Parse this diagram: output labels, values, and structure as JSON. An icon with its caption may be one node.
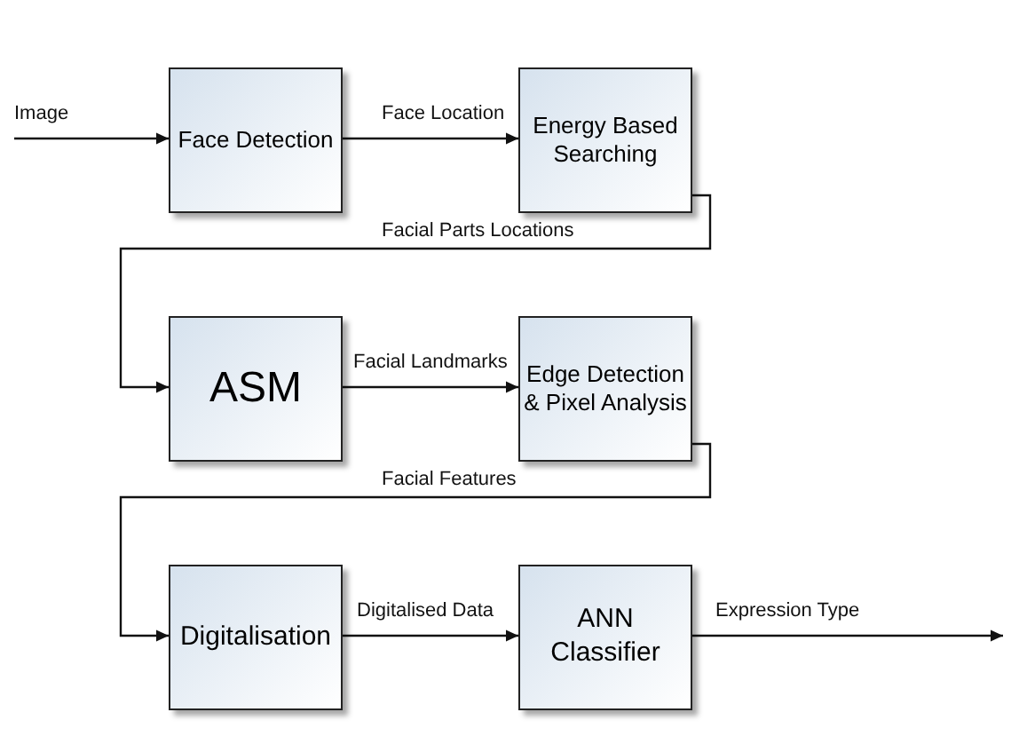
{
  "diagram": {
    "nodes": [
      {
        "text": [
          "Face Detection"
        ]
      },
      {
        "text": [
          "Energy Based Searching"
        ]
      },
      {
        "text": [
          "ASM"
        ]
      },
      {
        "text": [
          "Edge Detection & Pixel Analysis"
        ]
      },
      {
        "text": [
          "Digitalisation"
        ]
      },
      {
        "text": [
          "ANN Classifier"
        ]
      }
    ],
    "edges": [
      {
        "from": null,
        "to": 0,
        "arrow": "to",
        "label": "Image"
      },
      {
        "from": 0,
        "to": 1,
        "arrow": "to",
        "label": "Face Location"
      },
      {
        "from": 1,
        "to": 2,
        "arrow": "to",
        "label": "Facial Parts Locations"
      },
      {
        "from": 2,
        "to": 3,
        "arrow": "to",
        "label": "Facial Landmarks"
      },
      {
        "from": 3,
        "to": 4,
        "arrow": "to",
        "label": "Facial Features"
      },
      {
        "from": 4,
        "to": 5,
        "arrow": "to",
        "label": "Digitalised Data"
      },
      {
        "from": 5,
        "to": null,
        "arrow": "to",
        "label": "Expression Type"
      }
    ]
  }
}
